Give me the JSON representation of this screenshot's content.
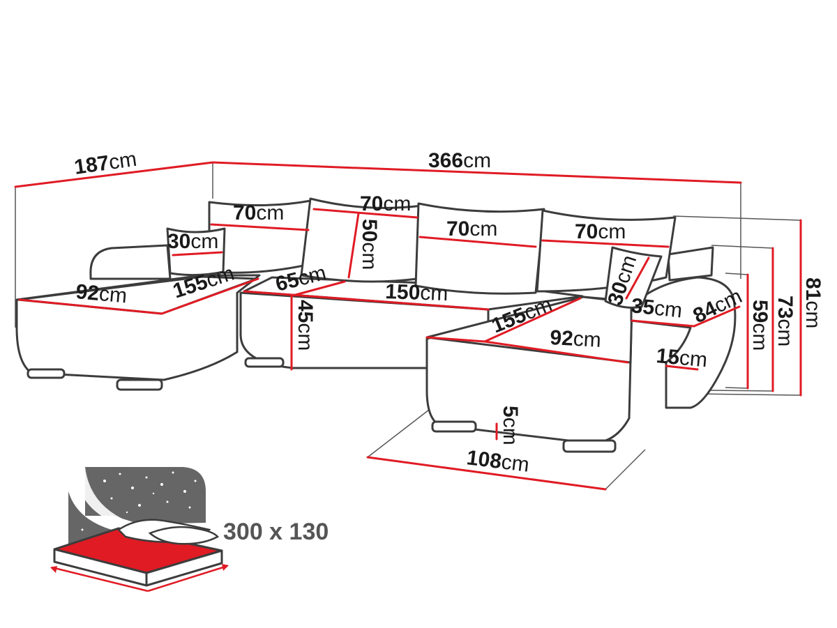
{
  "colors": {
    "measure": "#e01b24",
    "outline": "#3c3c3c",
    "bed_panel": "#666666",
    "bed_surface": "#e01b24"
  },
  "dimensions": {
    "total_length": {
      "value": "366",
      "unit": "cm"
    },
    "left_depth": {
      "value": "187",
      "unit": "cm"
    },
    "back_pillow_1": {
      "value": "70",
      "unit": "cm"
    },
    "back_pillow_2": {
      "value": "70",
      "unit": "cm"
    },
    "back_pillow_3": {
      "value": "70",
      "unit": "cm"
    },
    "back_pillow_4": {
      "value": "70",
      "unit": "cm"
    },
    "pillow_height": {
      "value": "50",
      "unit": "cm"
    },
    "small_pillow_left": {
      "value": "30",
      "unit": "cm"
    },
    "small_pillow_right": {
      "value": "30",
      "unit": "cm"
    },
    "left_chaise_width": {
      "value": "92",
      "unit": "cm"
    },
    "left_chaise_length": {
      "value": "155",
      "unit": "cm"
    },
    "back_depth": {
      "value": "65",
      "unit": "cm"
    },
    "middle_width": {
      "value": "150",
      "unit": "cm"
    },
    "seat_height": {
      "value": "45",
      "unit": "cm"
    },
    "right_chaise_length": {
      "value": "155",
      "unit": "cm"
    },
    "right_chaise_width": {
      "value": "92",
      "unit": "cm"
    },
    "armrest_width": {
      "value": "35",
      "unit": "cm"
    },
    "armrest_depth": {
      "value": "84",
      "unit": "cm"
    },
    "armrest_top": {
      "value": "15",
      "unit": "cm"
    },
    "arm_height": {
      "value": "59",
      "unit": "cm"
    },
    "back_height": {
      "value": "73",
      "unit": "cm"
    },
    "total_height": {
      "value": "81",
      "unit": "cm"
    },
    "leg_height": {
      "value": "5",
      "unit": "cm"
    },
    "right_depth": {
      "value": "108",
      "unit": "cm"
    }
  },
  "bed": {
    "size_label": "300 x 130",
    "panel_icon": "starry-night-icon"
  }
}
